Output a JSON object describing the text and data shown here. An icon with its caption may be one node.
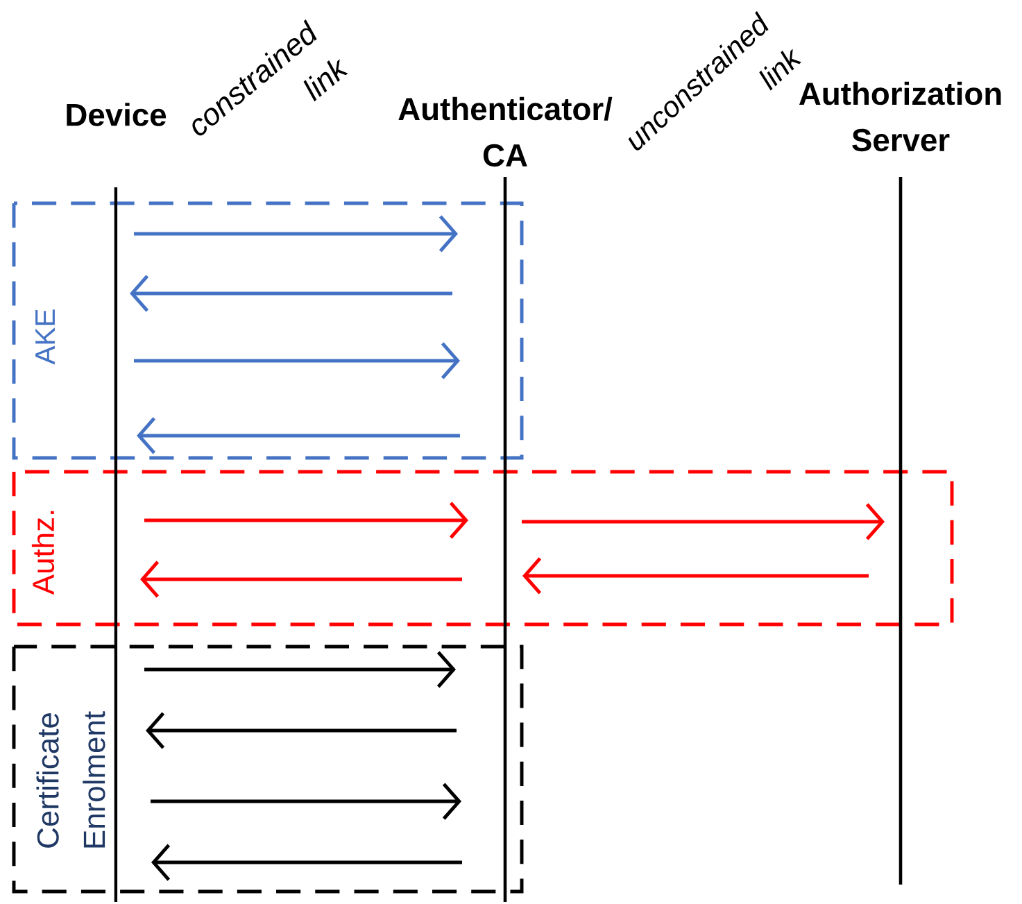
{
  "diagram": {
    "nodes": [
      {
        "text": [
          "Device"
        ]
      },
      {
        "text": [
          "Authenticator/ CA"
        ]
      },
      {
        "text": [
          "Authorization Server"
        ]
      }
    ],
    "edges": [
      {
        "from": 0,
        "to": 1,
        "arrow": "to",
        "color": "#4472c4"
      },
      {
        "from": 1,
        "to": 0,
        "arrow": "to",
        "color": "#4472c4"
      },
      {
        "from": 0,
        "to": 1,
        "arrow": "to",
        "color": "#4472c4"
      },
      {
        "from": 1,
        "to": 0,
        "arrow": "to",
        "color": "#4472c4"
      },
      {
        "from": 0,
        "to": 1,
        "arrow": "to",
        "color": "#ff0000"
      },
      {
        "from": 1,
        "to": 2,
        "arrow": "to",
        "color": "#ff0000"
      },
      {
        "from": 2,
        "to": 1,
        "arrow": "to",
        "color": "#ff0000"
      },
      {
        "from": 1,
        "to": 0,
        "arrow": "to",
        "color": "#ff0000"
      },
      {
        "from": 0,
        "to": 1,
        "arrow": "to",
        "color": "#000000"
      },
      {
        "from": 1,
        "to": 0,
        "arrow": "to",
        "color": "#000000"
      },
      {
        "from": 0,
        "to": 1,
        "arrow": "to",
        "color": "#000000"
      },
      {
        "from": 1,
        "to": 0,
        "arrow": "to",
        "color": "#000000"
      }
    ],
    "labels": [
      "constrained link",
      "unconstrained link",
      "AKE",
      "Authz.",
      "Certificate Enrolment"
    ]
  }
}
